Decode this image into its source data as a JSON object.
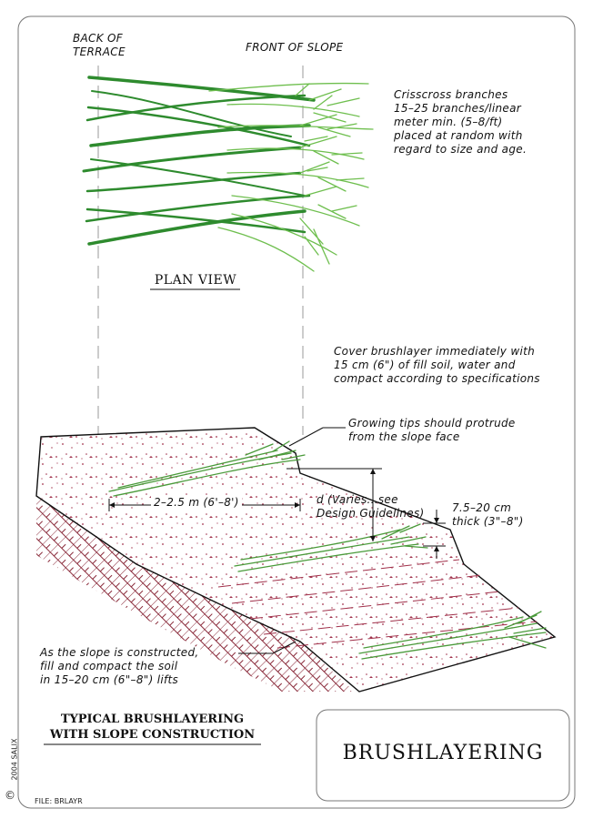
{
  "labels": {
    "back_of_terrace": "BACK OF\nTERRACE",
    "front_of_slope": "FRONT OF SLOPE",
    "crisscross_note": "Crisscross branches\n15–25 branches/linear\nmeter min. (5–8/ft)\nplaced at random with\nregard to size and age.",
    "plan_view": "PLAN VIEW",
    "cover_note": "Cover brushlayer immediately with\n15 cm (6\") of fill soil, water and\ncompact according to specifications",
    "growing_tips_note": "Growing tips should protrude\nfrom the slope face",
    "length_dim": "2–2.5 m (6'–8')",
    "depth_note": "d (Varies...see\nDesign Guidelines)",
    "thickness_note": "7.5–20 cm\nthick (3\"–8\")",
    "lifts_note": "As the slope is constructed,\nfill and compact the soil\nin 15–20 cm (6\"–8\") lifts",
    "section_title_1": "TYPICAL BRUSHLAYERING",
    "section_title_2": "WITH SLOPE CONSTRUCTION",
    "copyright": "2004 SALIX",
    "copyright_symbol": "©",
    "file_label": "FILE:  BRLAYR",
    "title_block": "BRUSHLAYERING"
  },
  "colors": {
    "branch": "#2e8b2e",
    "branch_light": "#6fbf4f",
    "soil_dot": "#a0304a",
    "hatch": "#8a2a3a",
    "line": "#111111"
  }
}
